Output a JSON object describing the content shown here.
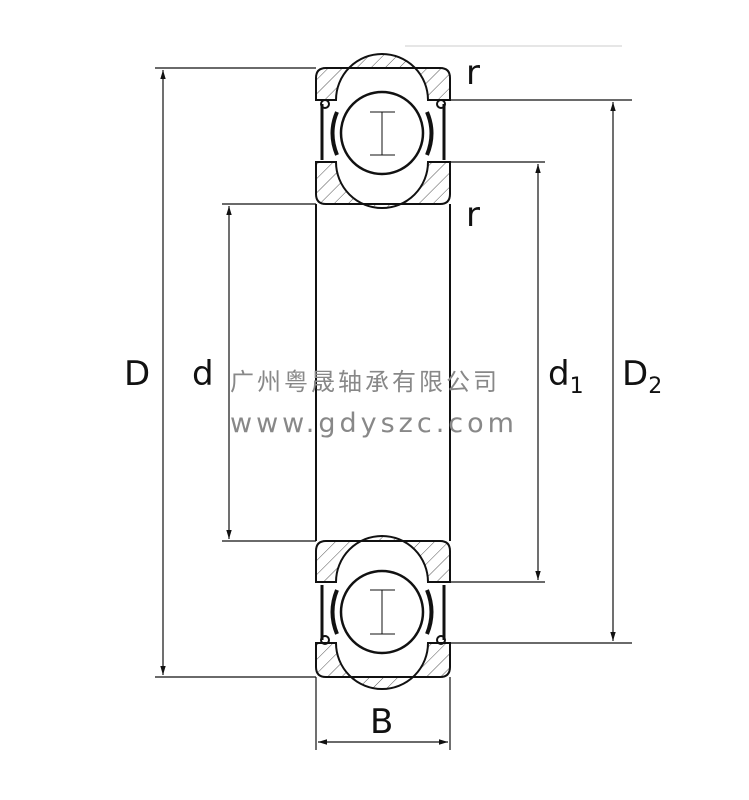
{
  "labels": {
    "D": "D",
    "d": "d",
    "d1_main": "d",
    "d1_sub": "1",
    "D2_main": "D",
    "D2_sub": "2",
    "B": "B",
    "r_top": "r",
    "r_inner": "r"
  },
  "watermark": {
    "company": "广州粤晟轴承有限公司",
    "website": "www.gdyszc.com"
  },
  "colors": {
    "line": "#111111",
    "watermark": "#888888"
  }
}
